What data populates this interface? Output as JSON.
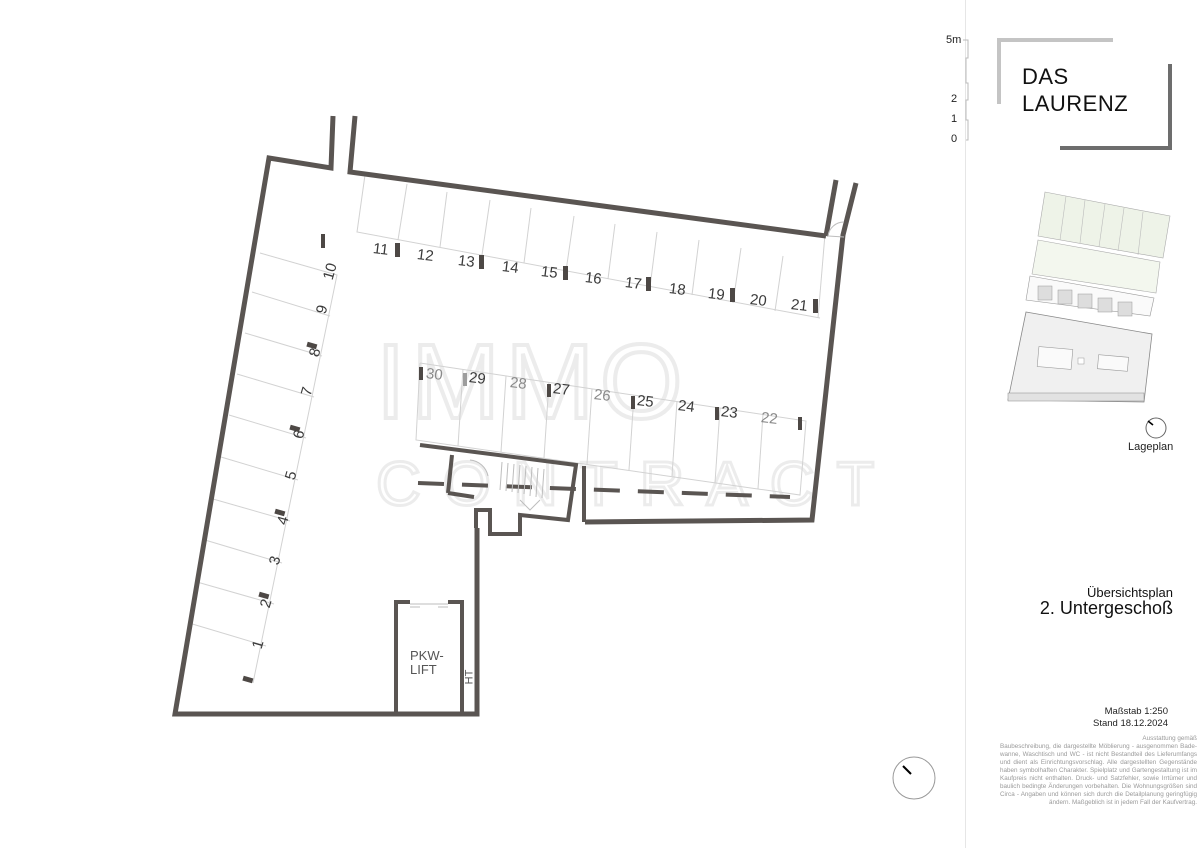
{
  "header": {
    "logo_line1": "DAS",
    "logo_line2": "LAURENZ"
  },
  "scale_bar": {
    "labels": [
      "5m",
      "2",
      "1",
      "0"
    ]
  },
  "site_plan": {
    "label": "Lageplan"
  },
  "plan_info": {
    "subtitle": "Übersichtsplan",
    "title": "2. Untergeschoß",
    "scale": "Maßstab 1:250",
    "date": "Stand 18.12.2024"
  },
  "disclaimer": {
    "heading": "Ausstattung gemäß",
    "body": "Baubeschreibung, die dargestellte Möblierung - ausgenommen Bade-wanne, Waschtisch und WC - ist nicht Bestandteil des Lieferumfangs und dient als Einrichtungsvorschlag. Alle dargestellten Gegenstände haben symbolhaften Charakter. Spielplatz und Gartengestaltung ist im Kaufpreis nicht enthalten. Druck- und Satzfehler, sowie Irrtümer und baulich bedingte Änderungen vorbehalten. Die Wohnungsgrößen sind Circa - Angaben und können sich durch die Detailplanung geringfügig ändern. Maßgeblich ist in jedem Fall der Kaufvertrag."
  },
  "floor_plan": {
    "watermark_line1": "IMMO",
    "watermark_line2": "CONTRACT",
    "lift_label_1": "PKW-",
    "lift_label_2": "LIFT",
    "ht_label": "HT",
    "parking_spots_left": [
      "1",
      "2",
      "3",
      "4",
      "5",
      "6",
      "7",
      "8",
      "9",
      "10"
    ],
    "parking_spots_top": [
      "11",
      "12",
      "13",
      "14",
      "15",
      "16",
      "17",
      "18",
      "19",
      "20",
      "21"
    ],
    "parking_spots_middle": [
      "22",
      "23",
      "24",
      "25",
      "26",
      "27",
      "28",
      "29",
      "30"
    ]
  },
  "colors": {
    "wall": "#5a5552",
    "line": "#cfcfcf",
    "label": "#3a3a3a",
    "label_light": "#8a8a8a",
    "watermark": "#e9e9e9"
  }
}
